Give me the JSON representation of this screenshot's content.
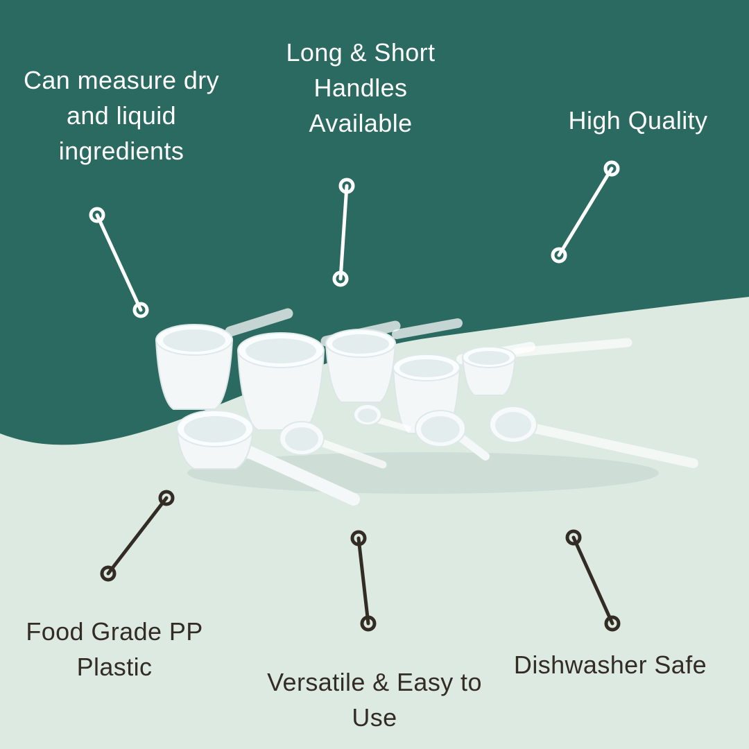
{
  "colors": {
    "teal_background": "#2B6A60",
    "mint_background": "#DCEAE2",
    "light_text": "#FFFFFF",
    "dark_text": "#332C25"
  },
  "callouts": [
    {
      "label": "Can measure dry\nand liquid\ningredients",
      "theme": "light"
    },
    {
      "label": "Long & Short\nHandles\nAvailable",
      "theme": "light"
    },
    {
      "label": "High Quality",
      "theme": "light"
    },
    {
      "label": "Food Grade PP\nPlastic",
      "theme": "dark"
    },
    {
      "label": "Versatile & Easy to\nUse",
      "theme": "dark"
    },
    {
      "label": "Dishwasher Safe",
      "theme": "dark"
    }
  ],
  "product": {
    "alt": "Set of white plastic measuring scoops and spoons with long and short handles"
  }
}
